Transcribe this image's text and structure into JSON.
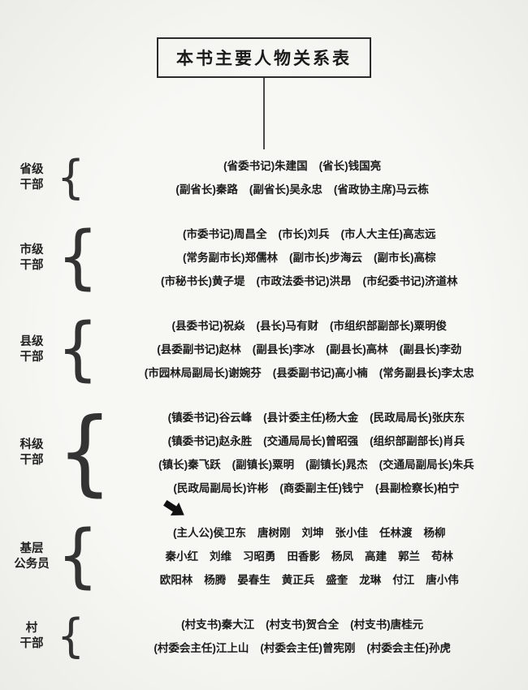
{
  "title": "本书主要人物关系表",
  "colors": {
    "background": "#f4f4f1",
    "text": "#1d1d1d",
    "border": "#2b2b2b",
    "connector_line": "#4a4a4a",
    "arrow": "#111111"
  },
  "icons": {
    "protagonist_arrow": "thick-black-arrow-pointing-down-right",
    "group_bracket": "left-curly-brace"
  },
  "groups": [
    {
      "label_lines": [
        "省级",
        "干部"
      ],
      "rows": [
        {
          "items": [
            "(省委书记)朱建国",
            "(省长)钱国亮"
          ]
        },
        {
          "items": [
            "(副省长)秦路",
            "(副省长)吴永忠",
            "(省政协主席)马云栋"
          ]
        }
      ]
    },
    {
      "label_lines": [
        "市级",
        "干部"
      ],
      "rows": [
        {
          "items": [
            "(市委书记)周昌全",
            "(市长)刘兵",
            "(市人大主任)高志远"
          ]
        },
        {
          "items": [
            "(常务副市长)郑儒林",
            "(副市长)步海云",
            "(副市长)高棕"
          ]
        },
        {
          "items": [
            "(市秘书长)黄子堤",
            "(市政法委书记)洪昂",
            "(市纪委书记)济道林"
          ]
        }
      ]
    },
    {
      "label_lines": [
        "县级",
        "干部"
      ],
      "rows": [
        {
          "items": [
            "(县委书记)祝焱",
            "(县长)马有财",
            "(市组织部副部长)粟明俊"
          ]
        },
        {
          "items": [
            "(县委副书记)赵林",
            "(副县长)李冰",
            "(副县长)高林",
            "(副县长)李劲"
          ]
        },
        {
          "items": [
            "(市园林局副局长)谢婉芬",
            "(县委副书记)高小楠",
            "(常务副县长)李太忠"
          ]
        }
      ]
    },
    {
      "label_lines": [
        "科级",
        "干部"
      ],
      "rows": [
        {
          "items": [
            "(镇委书记)谷云峰",
            "(县计委主任)杨大金",
            "(民政局局长)张庆东"
          ]
        },
        {
          "items": [
            "(镇委书记)赵永胜",
            "(交通局局长)曾昭强",
            "(组织部副部长)肖兵"
          ]
        },
        {
          "items": [
            "(镇长)秦飞跃",
            "(副镇长)粟明",
            "(副镇长)晁杰",
            "(交通局副局长)朱兵"
          ]
        },
        {
          "items": [
            "(民政局副局长)许彬",
            "(商委副主任)钱宁",
            "(县副检察长)柏宁"
          ]
        }
      ]
    },
    {
      "label_lines": [
        "基层",
        "公务员"
      ],
      "arrow": {
        "row": 0,
        "item": 0
      },
      "rows": [
        {
          "items": [
            "(主人公)侯卫东",
            "唐树刚",
            "刘坤",
            "张小佳",
            "任林渡",
            "杨柳"
          ]
        },
        {
          "items": [
            "秦小红",
            "刘维",
            "习昭勇",
            "田香影",
            "杨凤",
            "高建",
            "郭兰",
            "苟林"
          ]
        },
        {
          "items": [
            "欧阳林",
            "杨腾",
            "晏春生",
            "黄正兵",
            "盛奎",
            "龙琳",
            "付江",
            "唐小伟"
          ]
        }
      ]
    },
    {
      "label_lines": [
        "村",
        "干部"
      ],
      "rows": [
        {
          "items": [
            "(村支书)秦大江",
            "(村支书)贺合全",
            "(村支书)唐桂元"
          ]
        },
        {
          "items": [
            "(村委会主任)江上山",
            "(村委会主任)曾宪刚",
            "(村委会主任)孙虎"
          ]
        }
      ]
    }
  ]
}
